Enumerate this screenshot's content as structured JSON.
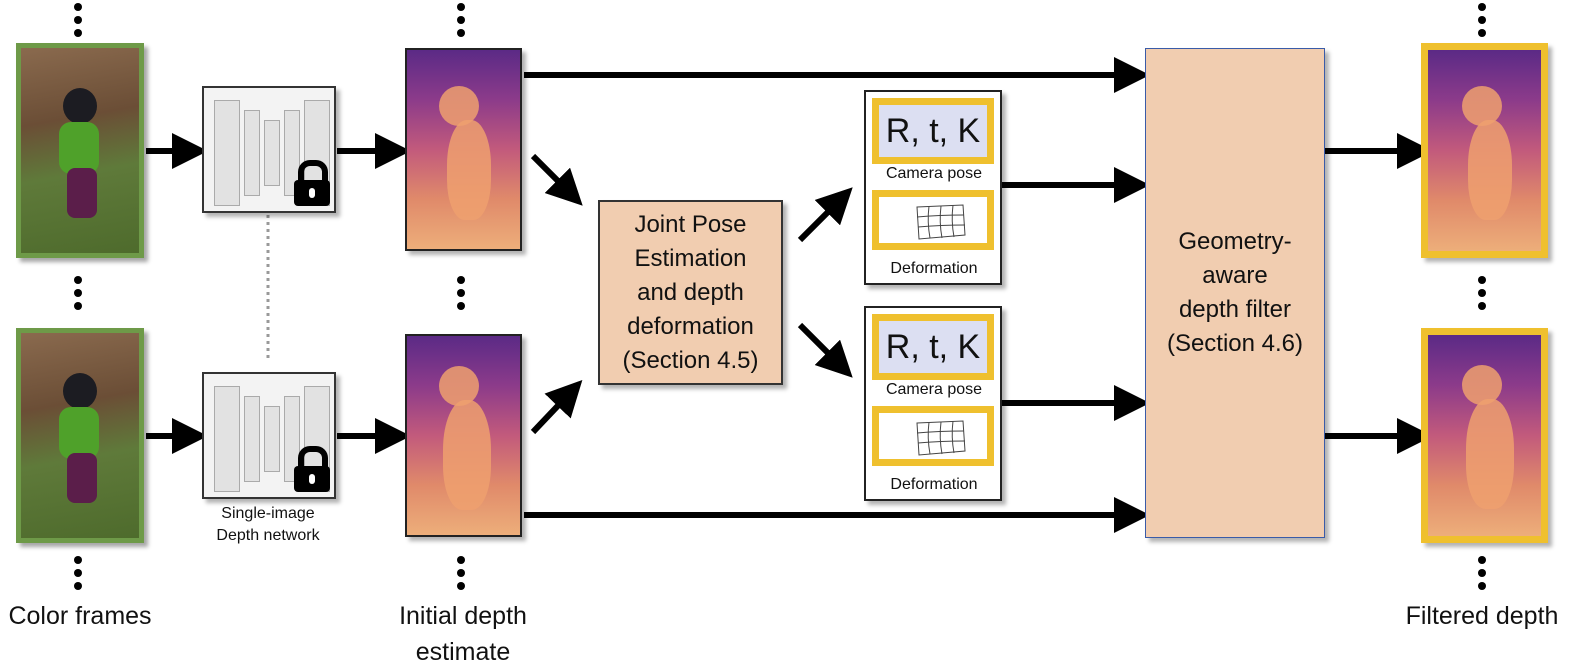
{
  "pose_box": {
    "line1": "Joint Pose",
    "line2": "Estimation",
    "line3": "and depth",
    "line4": "deformation",
    "line5": "(Section 4.5)"
  },
  "filter_box": {
    "line1": "Geometry-",
    "line2": "aware",
    "line3": "depth filter",
    "line4": "(Section 4.6)"
  },
  "panels": [
    {
      "params": "R, t, K",
      "pose_label": "Camera pose",
      "def_label": "Deformation"
    },
    {
      "params": "R, t, K",
      "pose_label": "Camera pose",
      "def_label": "Deformation"
    }
  ],
  "network_caption": {
    "line1": "Single-image",
    "line2": "Depth network"
  },
  "labels": {
    "color_frames": "Color frames",
    "initial_depth_1": "Initial depth",
    "initial_depth_2": "estimate",
    "filtered_depth": "Filtered depth"
  },
  "colors": {
    "frame_border": "#6e9a48",
    "box_fill": "#f1cdb0",
    "highlight": "#efc02e",
    "params_fill": "#dcdff2"
  },
  "icons": [
    "lock-icon",
    "deformation-grid-icon",
    "vertical-ellipsis-icon"
  ]
}
